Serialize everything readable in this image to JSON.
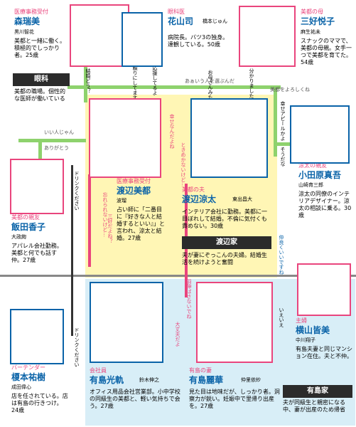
{
  "chars": {
    "morisui": {
      "role": "医療事務受付",
      "name": "森瑞美",
      "actor": "黒川智花",
      "desc": "美都と一緒に働く。積極的でしっかり者。25歳"
    },
    "hanayama": {
      "role": "眼科医",
      "name": "花山司",
      "actor": "橋本じゅん",
      "desc": "病院長。バツ3の独身。達観している。50歳"
    },
    "miyoshi": {
      "role": "美都の母",
      "name": "三好悦子",
      "actor": "麻生祐未",
      "desc": "スナックのママで、美都の母親。女手一つで美都を育てた。54歳"
    },
    "ganka": {
      "title": "眼科",
      "desc": "美都の職場。個性的な医師が働いている"
    },
    "odahara": {
      "role": "涼太の親友",
      "name": "小田原真吾",
      "actor": "山崎育三郎",
      "desc": "涼太の同僚のインテリアデザイナー。涼太の相談に乗る。30歳"
    },
    "iida": {
      "role": "美都の親友",
      "name": "飯田香子",
      "actor": "大政絢",
      "desc": "アパレル会社勤務。美都と何でも話す仲。27歳"
    },
    "miho": {
      "role": "医療事務受付",
      "name": "渡辺美都",
      "actor": "波瑠",
      "desc": "占い師に「二番目に『好きな人と結婚するといい』」と言われ、涼太と結婚。27歳"
    },
    "ryota": {
      "role": "美都の夫",
      "name": "渡辺涼太",
      "actor": "東出昌大",
      "desc": "インテリア会社に勤務。美都に一目ぼれして結婚。不倫に気付くも責めない。30歳"
    },
    "watanabe": {
      "title": "渡辺家",
      "desc": "夫が妻にぞっこんの夫婦。結婚生活を続けようと奮闘"
    },
    "yokoyama": {
      "role": "主婦",
      "name": "横山皆美",
      "actor": "中川翔子",
      "desc": "有島夫妻と同じマンション在住。夫と不仲。"
    },
    "motoki": {
      "role": "バーテンダー",
      "name": "榎本祐樹",
      "actor": "成田偉心",
      "desc": "店を任されている。店は有島の行きつけ。24歳"
    },
    "arishima": {
      "role": "会社員",
      "name": "有島光軌",
      "actor": "鈴木伸之",
      "desc": "オフィス用品会社営業部。小中学校の同級生の美都と、軽い気持ちで会う。27歳"
    },
    "mitsuko": {
      "role": "有島の妻",
      "name": "有島麗華",
      "actor": "仲里依紗",
      "desc": "見た目は地味だが、しっかり者。洞察力が鋭い。妊娠中で里帰り出産を。27歳"
    },
    "arishimake": {
      "title": "有島家",
      "desc": "夫が同級生と親密になる中、妻が出産のため帰省"
    }
  },
  "rel": {
    "r1": "結婚どう？",
    "r2": "頼りにしてます",
    "r3": "応援してるよ",
    "r4": "あぁいう人を選ぶんだ",
    "r5": "お母さんみたいにはならないから",
    "r6": "分かりました",
    "r7": "美都をよろしくね",
    "r8": "いい人じゃん",
    "r9": "ありがとう",
    "r10": "幸せなんだよね",
    "r11": "ときめかないけど…",
    "r12": "幸せアピールかよ",
    "r13": "そうだな",
    "r14": "ドリンクください",
    "r15": "忘れられないけど…",
    "r16": "三好だよね？",
    "r17": "羽伸ばさないでね",
    "r18": "大丈夫だよ",
    "r19": "ドリンクください",
    "r20": "仲良くいいですね",
    "r21": "いえいえ"
  },
  "colors": {
    "green": "#8ed26d",
    "pink": "#e9457d",
    "blue": "#bfe3f3",
    "yellow": "#fff6b5"
  }
}
